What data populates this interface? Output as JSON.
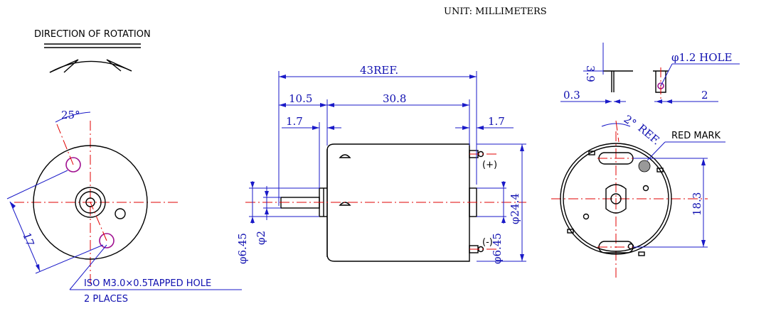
{
  "unit_label": "UNIT: MILLIMETERS",
  "rotation_label": "DIRECTION OF ROTATION",
  "left_view": {
    "angle": "25°",
    "spacing": "17",
    "hole_note_1": "ISO M3.0×0.5TAPPED HOLE",
    "hole_note_2": "2 PLACES"
  },
  "side_view": {
    "overall": "43REF.",
    "shaft_len": "10.5",
    "body_len": "30.8",
    "flange": "1.7",
    "term_offset": "1.7",
    "boss_dia": "φ6.45",
    "shaft_dia": "φ2",
    "body_dia": "φ24.4",
    "rear_boss_dia": "φ6.45",
    "plus": "(+)",
    "minus": "(-)"
  },
  "terminal_detail": {
    "height": "3.9",
    "thickness": "0.3",
    "hole": "φ1.2 HOLE",
    "width": "2"
  },
  "right_view": {
    "angle": "2°",
    "ref": "REF.",
    "red_mark": "RED MARK",
    "spacing": "18.3"
  },
  "colors": {
    "outline": "#000000",
    "dimension": "#1a1ac8",
    "centerline": "#e00000",
    "holes": "#a01090"
  }
}
